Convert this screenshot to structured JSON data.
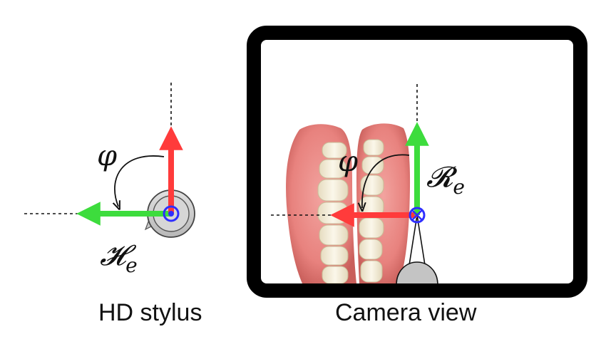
{
  "left_panel": {
    "caption": "HD stylus",
    "angle_symbol": "φ",
    "frame_letter": "𝓗",
    "frame_subscript": "e"
  },
  "right_panel": {
    "caption": "Camera view",
    "angle_symbol": "φ",
    "frame_letter": "𝓡",
    "frame_subscript": "e"
  },
  "colors": {
    "x_axis": "#ff3b3b",
    "y_axis": "#3ddc3d",
    "z_axis": "#2e2eff",
    "frame_border": "#000000",
    "dashed_line": "#111111",
    "stylus_body": "#d4d4d4",
    "stylus_outline": "#444444",
    "gum": "#ec8a86",
    "tooth": "#f6f0dd"
  },
  "icons": {
    "stylus": "stylus-top-view-icon",
    "camera_stylus": "stylus-tip-icon",
    "teeth": "dental-arch-model"
  }
}
